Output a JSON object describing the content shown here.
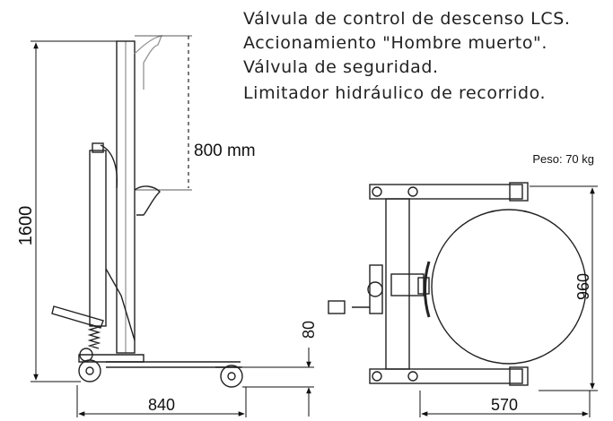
{
  "features": [
    "Válvula de control de descenso LCS.",
    "Accionamiento  \"Hombre muerto\".",
    "Válvula de seguridad.",
    "Limitador hidráulico de recorrido."
  ],
  "weight": "Peso: 70 kg",
  "dimensions": {
    "height": "1600",
    "lift_stroke": "800 mm",
    "wheel_height": "80",
    "side_length": "840",
    "top_width": "570",
    "top_length": "960"
  }
}
